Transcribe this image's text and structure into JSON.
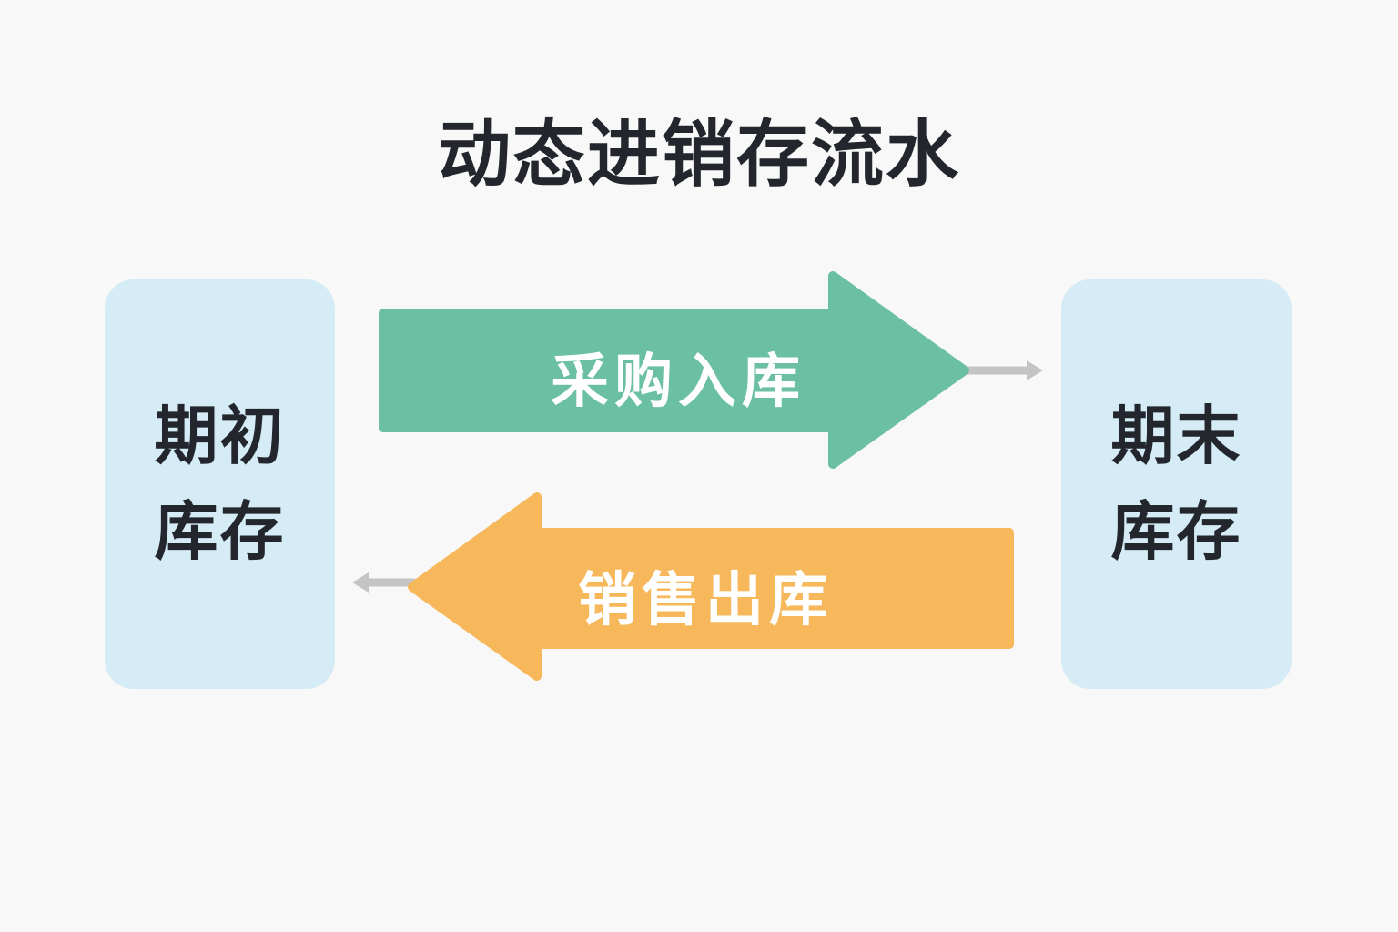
{
  "title": "动态进销存流水",
  "opening_stock": {
    "line1": "期初",
    "line2": "库存"
  },
  "closing_stock": {
    "line1": "期末",
    "line2": "库存"
  },
  "purchase_arrow": {
    "label": "采购入库",
    "color": "#6bbfa2"
  },
  "sales_arrow": {
    "label": "销售出库",
    "color": "#f7b85b"
  },
  "box_color": "#d5ebf5",
  "connector_color": "#c4c4c4"
}
